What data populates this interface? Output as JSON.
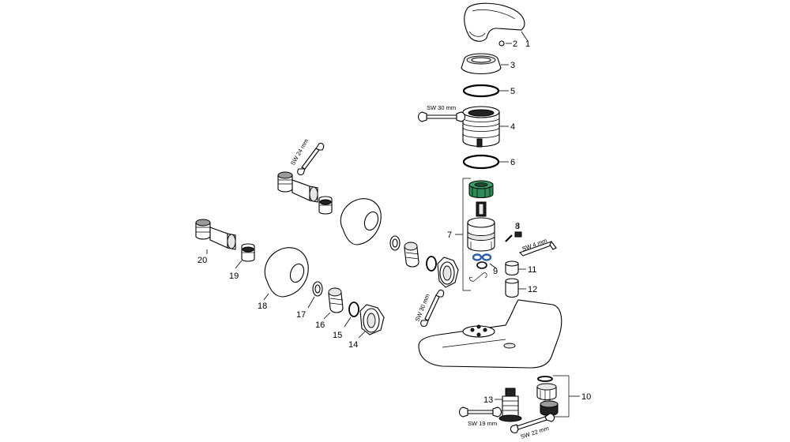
{
  "diagram": {
    "part_numbers": [
      "1",
      "2",
      "3",
      "4",
      "5",
      "6",
      "7",
      "8",
      "9",
      "10",
      "11",
      "12",
      "13",
      "14",
      "15",
      "16",
      "17",
      "18",
      "19",
      "20"
    ],
    "wrench_labels": {
      "sw30_top": "SW 30 mm",
      "sw24": "SW 24 mm",
      "sw4": "SW 4 mm",
      "sw30_mid": "SW 30 mm",
      "sw19": "SW 19 mm",
      "sw22": "SW 22 mm"
    },
    "colors": {
      "line": "#000000",
      "cartridge_nut": "#2e8b57",
      "o_ring_blue": "#2c5fa8"
    }
  }
}
